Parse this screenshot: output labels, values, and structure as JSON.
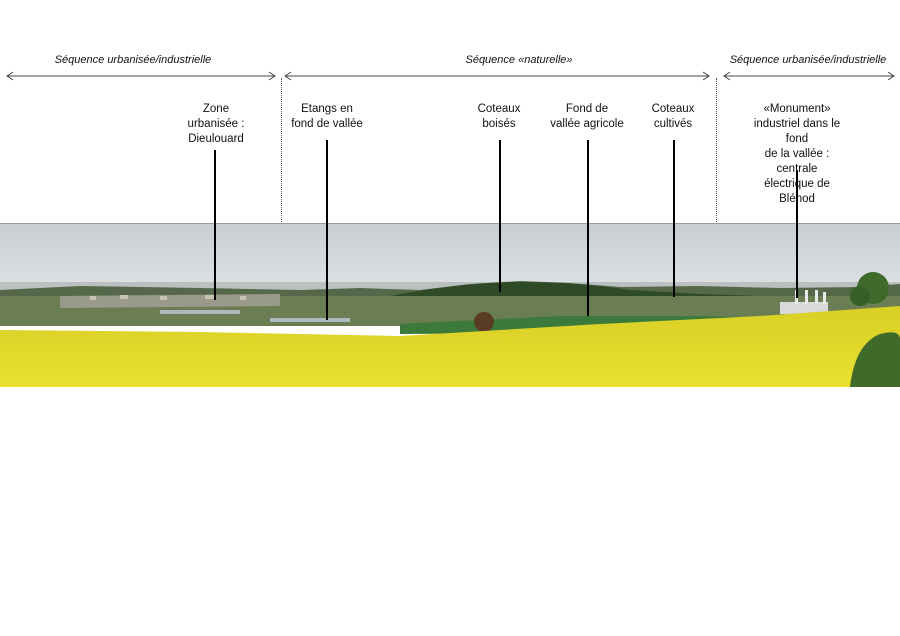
{
  "sequences": [
    {
      "label": "Séquence urbanisée/industrielle"
    },
    {
      "label": "Séquence «naturelle»"
    },
    {
      "label": "Séquence urbanisée/industrielle"
    }
  ],
  "annotations": [
    {
      "text": "Zone\nurbanisée :\nDieulouard"
    },
    {
      "text": "Etangs en\nfond de vallée"
    },
    {
      "text": "Coteaux\nboisés"
    },
    {
      "text": "Fond de\nvallée agricole"
    },
    {
      "text": "Coteaux\ncultivés"
    },
    {
      "text": "«Monument»\nindustriel dans le fond\nde la vallée : centrale\nélectrique de Blénod"
    }
  ],
  "colors": {
    "sky": "#d9dde1",
    "field": "#e3dc2a",
    "hills": "#3f5a33",
    "lines": "#000000"
  }
}
